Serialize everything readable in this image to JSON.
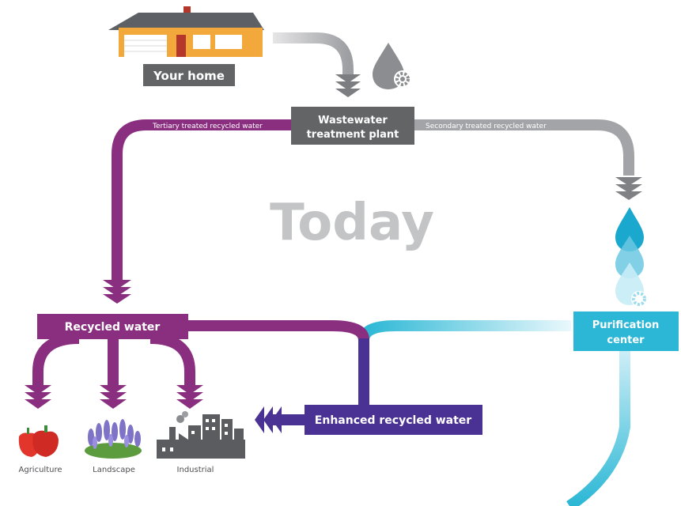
{
  "diagram": {
    "title": "Today",
    "nodes": {
      "home": "Your home",
      "plant_line1": "Wastewater",
      "plant_line2": "treatment plant",
      "recycled": "Recycled water",
      "purification_line1": "Purification",
      "purification_line2": "center",
      "enhanced": "Enhanced recycled water"
    },
    "flows": {
      "tertiary": "Tertiary treated recycled water",
      "secondary": "Secondary treated recycled water"
    },
    "uses": [
      "Agriculture",
      "Landscape",
      "Industrial"
    ],
    "colors": {
      "purple": "#8a2f7f",
      "indigo": "#4a3294",
      "gray_arrow": "#9e9fa3",
      "dark_gray_box": "#636466",
      "light_blue": "#2bb7d5",
      "title_gray": "#bfc0c2",
      "house_orange": "#f3a83b"
    },
    "icons": [
      "house-icon",
      "water-drop-gear-icon",
      "drops-gear-icon",
      "peppers-icon",
      "lavender-icon",
      "factory-icon"
    ]
  }
}
